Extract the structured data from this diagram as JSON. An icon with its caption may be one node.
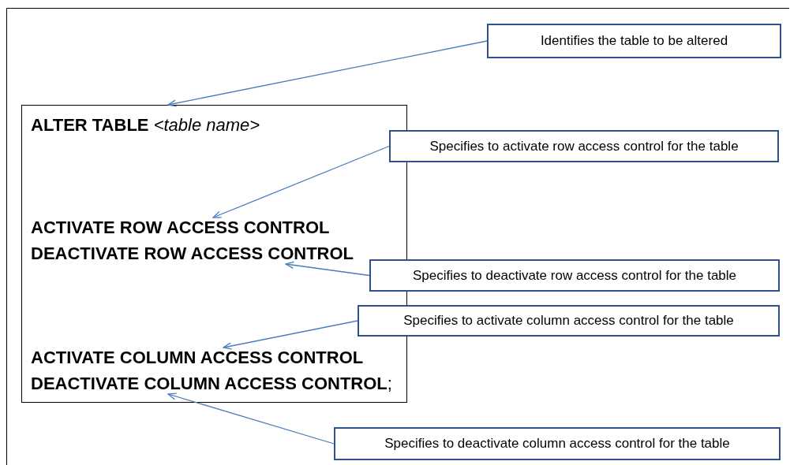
{
  "diagram": {
    "nodes": [
      {
        "text": [],
        "shape": "box"
      },
      {
        "text": [
          "**ALTER TABLE**  *<table name>*"
        ],
        "in": 0
      },
      {
        "text": [
          "ACTIVATE ROW ACCESS CONTROL"
        ],
        "in": 0
      },
      {
        "text": [
          "DEACTIVATE ROW ACCESS CONTROL"
        ],
        "in": 0
      },
      {
        "text": [
          "ACTIVATE COLUMN ACCESS CONTROL"
        ],
        "in": 0
      },
      {
        "text": [
          "**DEACTIVATE COLUMN ACCESS CONTROL**;"
        ],
        "in": 0
      },
      {
        "text": [
          "Identifies the table to be altered"
        ]
      },
      {
        "text": [
          "Specifies to activate row access control for the table"
        ]
      },
      {
        "text": [
          "Specifies to deactivate row access control for the table"
        ]
      },
      {
        "text": [
          "Specifies to activate column access control for the table"
        ]
      },
      {
        "text": [
          "Specifies to deactivate column access control for the table"
        ]
      }
    ],
    "edges": [
      {
        "from": 6,
        "to": 0,
        "arrow": "to"
      },
      {
        "from": 7,
        "to": 2,
        "arrow": "to"
      },
      {
        "from": 8,
        "to": 3,
        "arrow": "to"
      },
      {
        "from": 9,
        "to": 4,
        "arrow": "to"
      },
      {
        "from": 10,
        "to": 5,
        "arrow": "to"
      }
    ]
  }
}
